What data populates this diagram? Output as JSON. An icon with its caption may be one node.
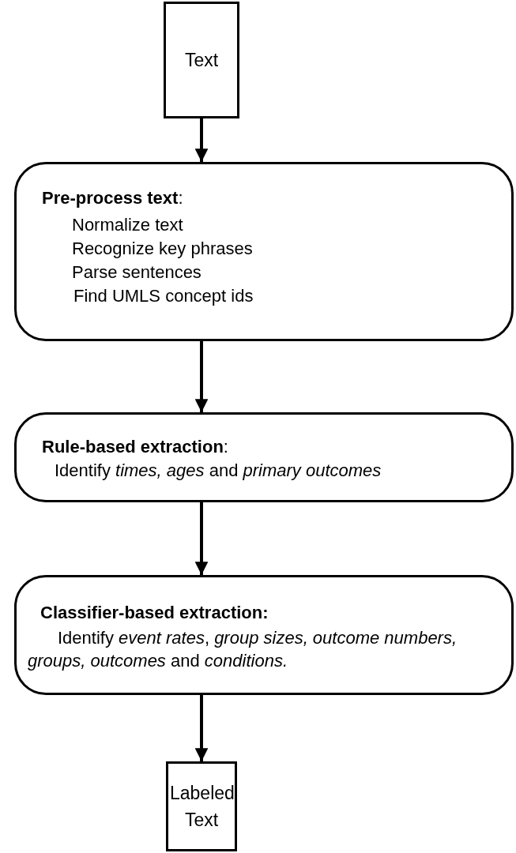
{
  "diagram": {
    "nodes": [
      {
        "text": [
          "Text"
        ]
      },
      {
        "text": [
          "**Pre-process text**:",
          "Normalize text",
          "Recognize key phrases",
          "Parse sentences",
          "Find UMLS concept ids"
        ]
      },
      {
        "text": [
          "**Rule-based extraction**:",
          "Identify *times, ages* and *primary outcomes*"
        ]
      },
      {
        "text": [
          "Classifier-based extraction:",
          "Identify *event rates*, *group sizes, outcome numbers, groups, outcomes* and *conditions.*"
        ]
      },
      {
        "text": [
          "Labeled Text"
        ]
      }
    ],
    "edges": [
      {
        "from": 0,
        "to": 1,
        "arrow": "to"
      },
      {
        "from": 1,
        "to": 2,
        "arrow": "to"
      },
      {
        "from": 2,
        "to": 3,
        "arrow": "to"
      },
      {
        "from": 3,
        "to": 4,
        "arrow": "to"
      }
    ]
  }
}
